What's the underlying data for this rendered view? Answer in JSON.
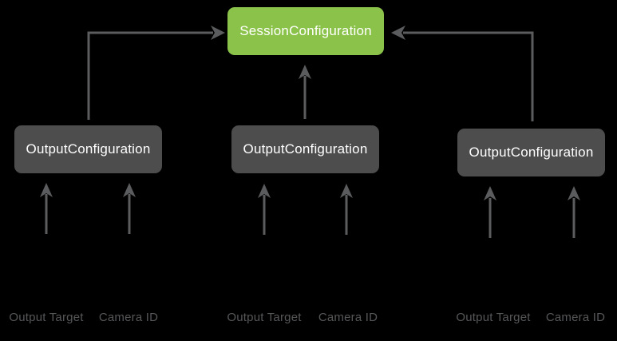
{
  "diagram": {
    "session_node": {
      "label": "SessionConfiguration"
    },
    "output_nodes": [
      {
        "label": "OutputConfiguration",
        "output_target_label": "Output Target",
        "camera_id_label": "Camera ID"
      },
      {
        "label": "OutputConfiguration",
        "output_target_label": "Output Target",
        "camera_id_label": "Camera ID"
      },
      {
        "label": "OutputConfiguration",
        "output_target_label": "Output Target",
        "camera_id_label": "Camera ID"
      }
    ],
    "edges": [
      {
        "from": "output-configuration-1",
        "to": "session-configuration"
      },
      {
        "from": "output-configuration-2",
        "to": "session-configuration"
      },
      {
        "from": "output-configuration-3",
        "to": "session-configuration"
      },
      {
        "from": "output-target-1",
        "to": "output-configuration-1"
      },
      {
        "from": "camera-id-1",
        "to": "output-configuration-1"
      },
      {
        "from": "output-target-2",
        "to": "output-configuration-2"
      },
      {
        "from": "camera-id-2",
        "to": "output-configuration-2"
      },
      {
        "from": "output-target-3",
        "to": "output-configuration-3"
      },
      {
        "from": "camera-id-3",
        "to": "output-configuration-3"
      }
    ]
  },
  "colors": {
    "background": "#000000",
    "session_node_bg": "#8BC34A",
    "output_node_bg": "#4D4D4D",
    "node_text": "#FFFFFF",
    "arrow": "#5B5C5E",
    "label_text": "#565759"
  }
}
